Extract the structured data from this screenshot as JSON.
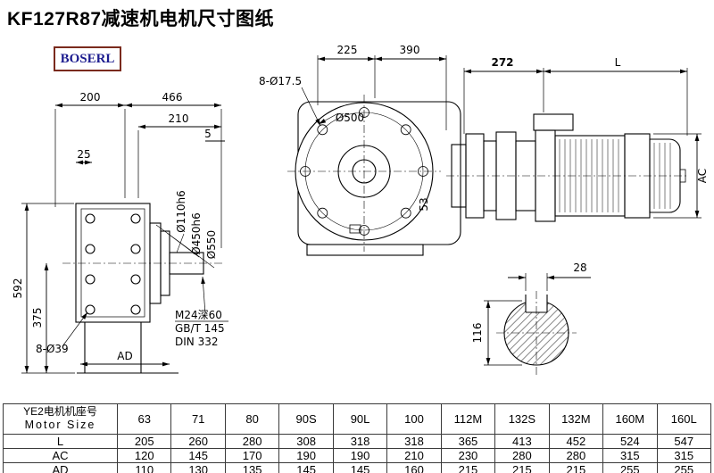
{
  "page": {
    "title": "KF127R87减速机电机尺寸图纸",
    "logo": "BOSERL"
  },
  "front_view": {
    "dim_200": "200",
    "dim_466": "466",
    "dim_210": "210",
    "dim_5": "5",
    "dim_25": "25",
    "dim_592": "592",
    "dim_375": "375",
    "holes_label": "8-Ø39",
    "dim_ad": "AD",
    "dia_shaft": "Ø110h6",
    "dia_spigot": "Ø450h6",
    "dia_flange": "Ø550",
    "note_tap": "M24深60",
    "note_std1": "GB/T 145",
    "note_std2": "DIN 332"
  },
  "side_view": {
    "dim_225": "225",
    "dim_390": "390",
    "holes_label": "8-Ø17.5",
    "dia_flange": "Ø500",
    "dim_53": "53",
    "dim_272": "272",
    "dim_l": "L",
    "dim_ac": "AC"
  },
  "shaft_section": {
    "dim_key_width": "28",
    "dim_dia": "116"
  },
  "table": {
    "row_label_cn": "YE2电机机座号",
    "row_label_en": "Motor Size",
    "columns": [
      "63",
      "71",
      "80",
      "90S",
      "90L",
      "100",
      "112M",
      "132S",
      "132M",
      "160M",
      "160L"
    ],
    "rows": [
      {
        "label": "L",
        "values": [
          "205",
          "260",
          "280",
          "308",
          "318",
          "318",
          "365",
          "413",
          "452",
          "524",
          "547"
        ]
      },
      {
        "label": "AC",
        "values": [
          "120",
          "145",
          "170",
          "190",
          "190",
          "210",
          "230",
          "280",
          "280",
          "315",
          "315"
        ]
      },
      {
        "label": "AD",
        "values": [
          "110",
          "130",
          "135",
          "145",
          "145",
          "160",
          "215",
          "215",
          "215",
          "255",
          "255"
        ]
      }
    ]
  }
}
